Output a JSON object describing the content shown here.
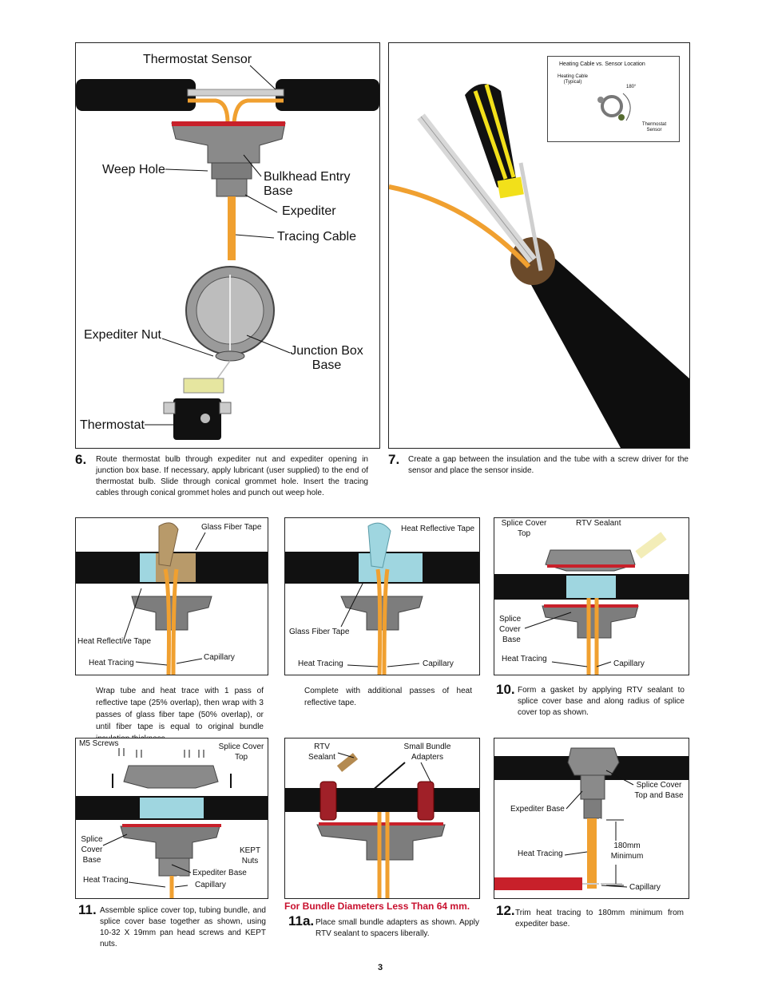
{
  "panel6": {
    "labels": {
      "thermostat_sensor": "Thermostat Sensor",
      "weep_hole": "Weep Hole",
      "bulkhead_entry_base": "Bulkhead Entry Base",
      "expediter": "Expediter",
      "tracing_cable": "Tracing Cable",
      "expediter_nut": "Expediter Nut",
      "junction_box_base_1": "Junction Box",
      "junction_box_base_2": "Base",
      "thermostat": "Thermostat"
    },
    "step_number": "6.",
    "step_text": "Route thermostat bulb through expediter nut and expediter opening in junction box base. If necessary, apply lubricant (user supplied) to the end of thermostat bulb. Slide through conical grommet hole. Insert the tracing cables through conical grommet holes and punch out weep hole."
  },
  "panel7": {
    "inset": {
      "title": "Heating Cable vs. Sensor Location",
      "heating_cable_1": "Heating Cable",
      "heating_cable_2": "(Typical)",
      "angle": "180°",
      "thermostat_1": "Thermostat",
      "thermostat_2": "Sensor"
    },
    "step_number": "7.",
    "step_text": "Create a gap between the insulation and the tube with a screw driver for the sensor and place the sensor inside."
  },
  "panel8": {
    "labels": {
      "glass_fiber_tape": "Glass Fiber Tape",
      "heat_reflective_tape": "Heat Reflective Tape",
      "heat_tracing": "Heat Tracing",
      "capillary": "Capillary"
    },
    "caption": "Wrap tube and heat trace with 1 pass of reflective tape (25% overlap), then wrap with 3 passes of glass fiber tape (50% overlap), or until fiber tape is equal to original bundle insulation thickness."
  },
  "panel9": {
    "labels": {
      "heat_reflective_tape": "Heat Reflective Tape",
      "glass_fiber_tape": "Glass Fiber Tape",
      "heat_tracing": "Heat Tracing",
      "capillary": "Capillary"
    },
    "caption": "Complete with additional passes of heat reflective tape."
  },
  "panel10": {
    "labels": {
      "splice_cover_top_1": "Splice Cover",
      "splice_cover_top_2": "Top",
      "rtv_sealant": "RTV Sealant",
      "splice_1": "Splice",
      "splice_2": "Cover",
      "splice_3": "Base",
      "heat_tracing": "Heat Tracing",
      "capillary": "Capillary"
    },
    "step_number": "10.",
    "step_text": "Form a gasket by applying RTV sealant to splice cover base and along radius of splice cover top as shown."
  },
  "panel11": {
    "labels": {
      "m5_screws": "M5 Screws",
      "splice_cover_top_1": "Splice Cover",
      "splice_cover_top_2": "Top",
      "splice_1": "Splice",
      "splice_2": "Cover",
      "splice_3": "Base",
      "kept_1": "KEPT",
      "kept_2": "Nuts",
      "expediter_base": "Expediter Base",
      "heat_tracing": "Heat Tracing",
      "capillary": "Capillary"
    },
    "step_number": "11.",
    "step_text": "Assemble splice cover top, tubing bundle, and splice cover base together as shown, using 10-32 X 19mm pan head screws and KEPT nuts."
  },
  "panel11a": {
    "labels": {
      "rtv_1": "RTV",
      "rtv_2": "Sealant",
      "small_bundle_1": "Small Bundle",
      "small_bundle_2": "Adapters"
    },
    "heading": "For Bundle Diameters Less Than 64 mm.",
    "step_number": "11a.",
    "step_text": "Place small bundle adapters as shown. Apply RTV sealant to spacers liberally."
  },
  "panel12": {
    "labels": {
      "splice_cover_1": "Splice Cover",
      "splice_cover_2": "Top and Base",
      "expediter_base": "Expediter Base",
      "heat_tracing": "Heat Tracing",
      "min_1": "180mm",
      "min_2": "Minimum",
      "capillary": "Capillary"
    },
    "step_number": "12.",
    "step_text": "Trim heat tracing to 180mm minimum from expediter base."
  },
  "page_number": "3",
  "colors": {
    "insulation": "#111111",
    "tracing_cable": "#f0a030",
    "reflective_tape": "#9fd6e0",
    "fiber_tape": "#b89a6a",
    "housing": "#7a7a7a",
    "rtv": "#c8202a",
    "heading_red": "#c8102e",
    "screwdriver_yellow": "#f2e01a"
  }
}
